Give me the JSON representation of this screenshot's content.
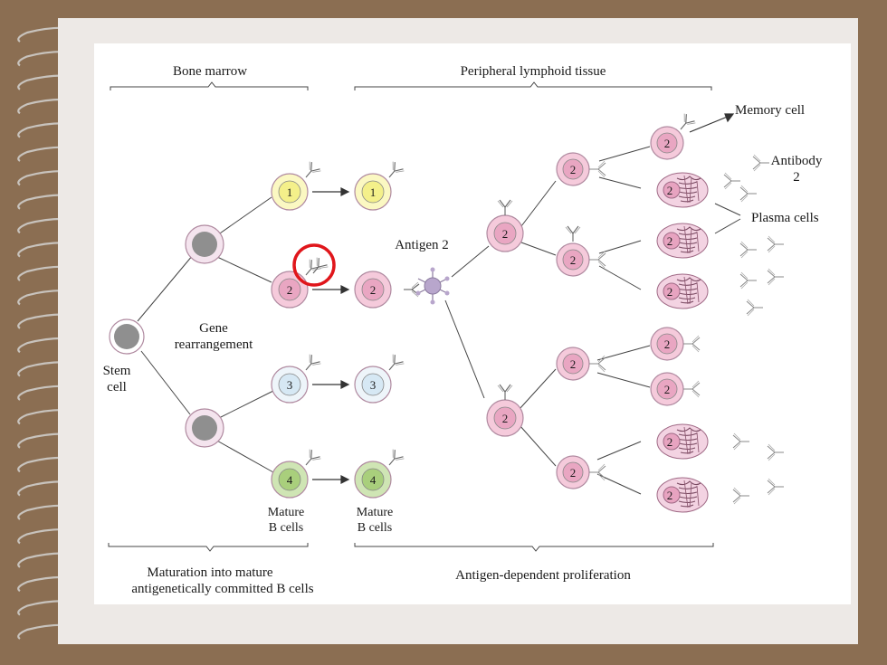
{
  "labels": {
    "bone_marrow": "Bone marrow",
    "peripheral": "Peripheral lymphoid tissue",
    "memory_cell": "Memory cell",
    "antibody_line1": "Antibody",
    "antibody_line2": "2",
    "plasma_cells": "Plasma cells",
    "antigen": "Antigen 2",
    "gene_line1": "Gene",
    "gene_line2": "rearrangement",
    "stem_line1": "Stem",
    "stem_line2": "cell",
    "mature1_line1": "Mature",
    "mature1_line2": "B cells",
    "mature2_line1": "Mature",
    "mature2_line2": "B cells",
    "maturation_line1": "Maturation into mature",
    "maturation_line2": "antigenetically committed B cells",
    "proliferation": "Antigen-dependent proliferation"
  },
  "cell_numbers": {
    "one": "1",
    "two": "2",
    "three": "3",
    "four": "4"
  },
  "colors": {
    "background": "#8b6e52",
    "paper": "#ede9e6",
    "white_panel": "#ffffff",
    "yellow": "#f4f08a",
    "pink": "#e9a6c2",
    "blue": "#d6e8f4",
    "green": "#a9cf7c",
    "grey_nucleus": "#8f8f8f",
    "antigen": "#b8a6cc",
    "highlight": "#e0161b"
  }
}
